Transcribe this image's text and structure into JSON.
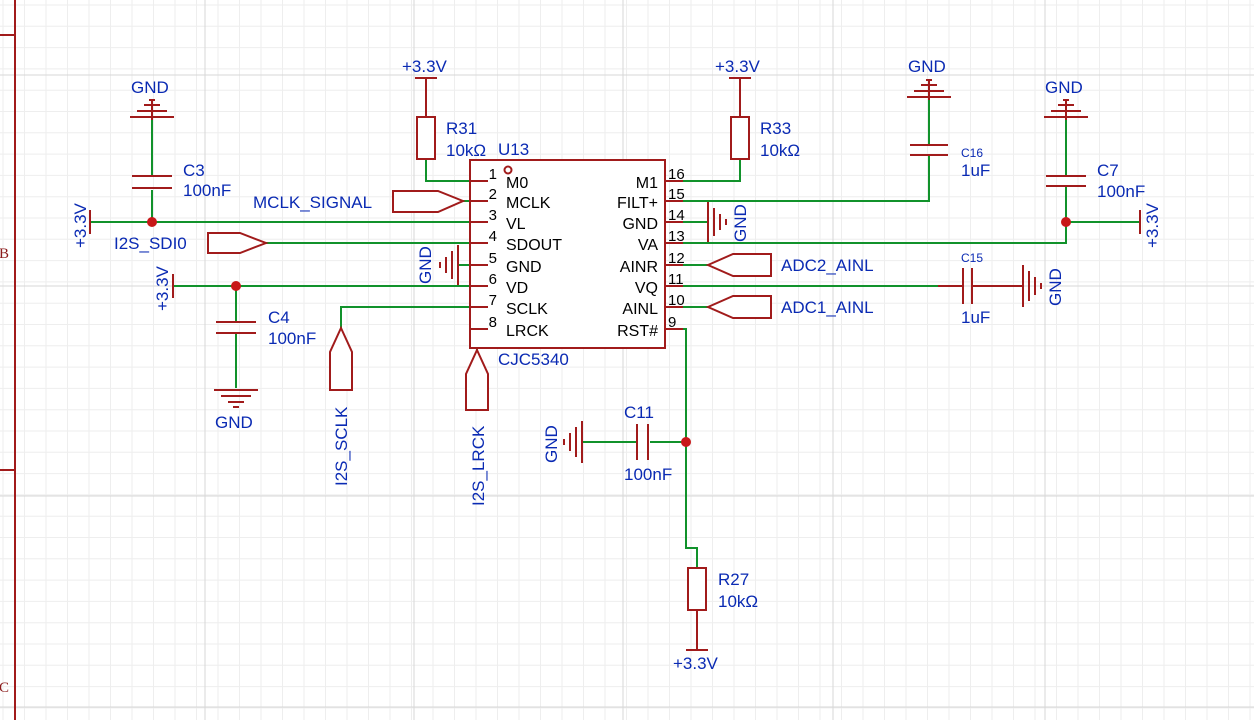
{
  "border": {
    "row_b": "B",
    "row_c": "C"
  },
  "ic": {
    "ref": "U13",
    "part": "CJC5340",
    "left_pins": [
      {
        "num": "1",
        "name": "M0"
      },
      {
        "num": "2",
        "name": "MCLK"
      },
      {
        "num": "3",
        "name": "VL"
      },
      {
        "num": "4",
        "name": "SDOUT"
      },
      {
        "num": "5",
        "name": "GND"
      },
      {
        "num": "6",
        "name": "VD"
      },
      {
        "num": "7",
        "name": "SCLK"
      },
      {
        "num": "8",
        "name": "LRCK"
      }
    ],
    "right_pins": [
      {
        "num": "16",
        "name": "M1"
      },
      {
        "num": "15",
        "name": "FILT+"
      },
      {
        "num": "14",
        "name": "GND"
      },
      {
        "num": "13",
        "name": "VA"
      },
      {
        "num": "12",
        "name": "AINR"
      },
      {
        "num": "11",
        "name": "VQ"
      },
      {
        "num": "10",
        "name": "AINL"
      },
      {
        "num": "9",
        "name": "RST#"
      }
    ]
  },
  "resistors": {
    "r31": {
      "ref": "R31",
      "value": "10kΩ"
    },
    "r33": {
      "ref": "R33",
      "value": "10kΩ"
    },
    "r27": {
      "ref": "R27",
      "value": "10kΩ"
    }
  },
  "capacitors": {
    "c3": {
      "ref": "C3",
      "value": "100nF"
    },
    "c4": {
      "ref": "C4",
      "value": "100nF"
    },
    "c7": {
      "ref": "C7",
      "value": "100nF"
    },
    "c11": {
      "ref": "C11",
      "value": "100nF"
    },
    "c15": {
      "ref": "C15",
      "value": "1uF"
    },
    "c16": {
      "ref": "C16",
      "value": "1uF"
    }
  },
  "power": {
    "vcc": "+3.3V",
    "gnd": "GND"
  },
  "nets": {
    "mclk": "MCLK_SIGNAL",
    "sdi": "I2S_SDI0",
    "sclk": "I2S_SCLK",
    "lrck": "I2S_LRCK",
    "ainr": "ADC2_AINL",
    "ainl": "ADC1_AINL"
  }
}
